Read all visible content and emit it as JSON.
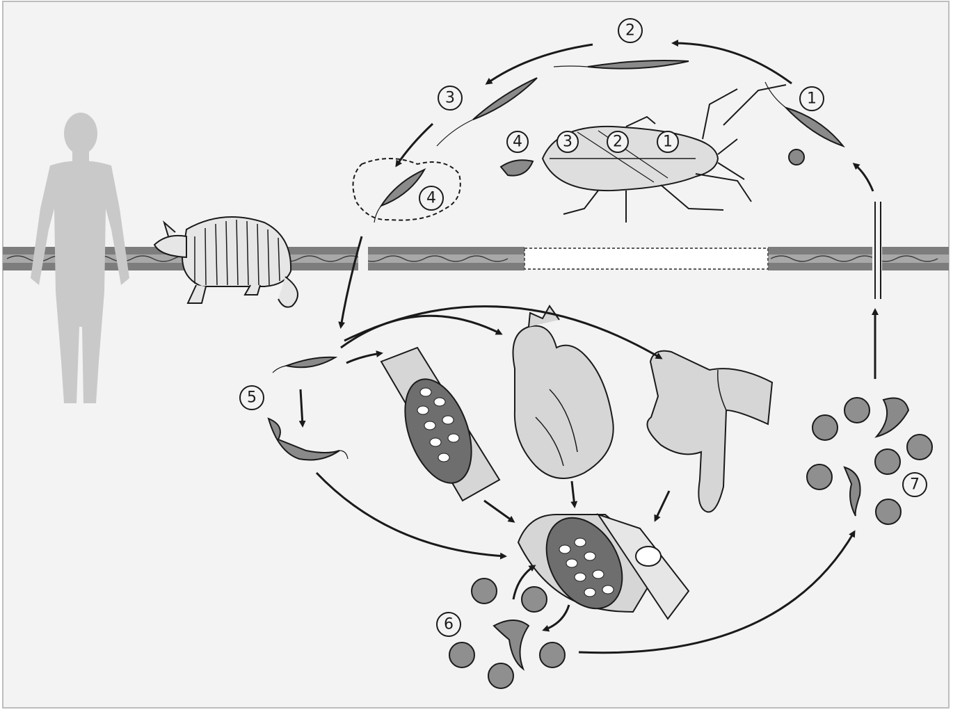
{
  "labels": {
    "bug_1": "1",
    "bug_2": "2",
    "bug_3": "3",
    "bug_4": "4",
    "top_1": "1",
    "top_2": "2",
    "top_3": "3",
    "top_4": "4",
    "stage_5": "5",
    "stage_6": "6",
    "stage_7": "7"
  },
  "colors": {
    "background": "#f3f3f3",
    "parasite": "#8a8a8a",
    "cell_red": "#8f8f8f",
    "organ": "#d6d6d6",
    "skin_band": "#7d7d7d",
    "human": "#c9c9c9",
    "ink": "#1a1a1a"
  }
}
